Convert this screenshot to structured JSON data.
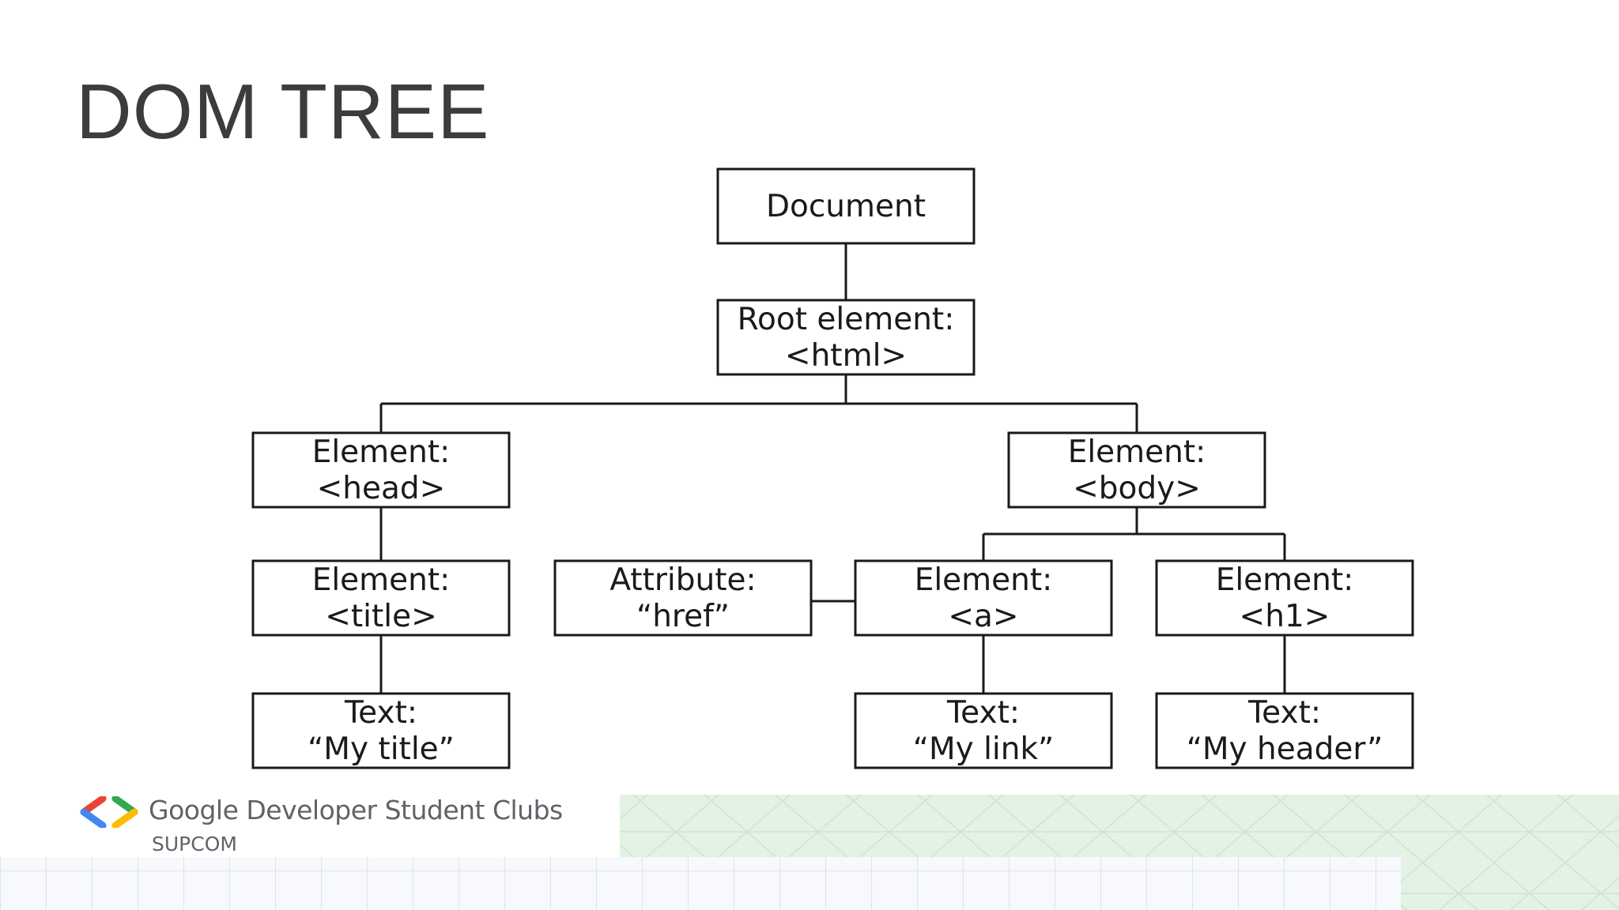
{
  "slide": {
    "title": "DOM TREE"
  },
  "diagram": {
    "nodes": [
      {
        "id": "document",
        "lines": [
          "Document"
        ]
      },
      {
        "id": "root",
        "lines": [
          "Root element:",
          "<html>"
        ]
      },
      {
        "id": "head",
        "lines": [
          "Element:",
          "<head>"
        ]
      },
      {
        "id": "body",
        "lines": [
          "Element:",
          "<body>"
        ]
      },
      {
        "id": "title",
        "lines": [
          "Element:",
          "<title>"
        ]
      },
      {
        "id": "href",
        "lines": [
          "Attribute:",
          "“href”"
        ]
      },
      {
        "id": "a",
        "lines": [
          "Element:",
          "<a>"
        ]
      },
      {
        "id": "h1",
        "lines": [
          "Element:",
          "<h1>"
        ]
      },
      {
        "id": "text-title",
        "lines": [
          "Text:",
          "“My title”"
        ]
      },
      {
        "id": "text-link",
        "lines": [
          "Text:",
          "“My link”"
        ]
      },
      {
        "id": "text-header",
        "lines": [
          "Text:",
          "“My header”"
        ]
      }
    ],
    "edges": [
      [
        "document",
        "root"
      ],
      [
        "root",
        "head"
      ],
      [
        "root",
        "body"
      ],
      [
        "head",
        "title"
      ],
      [
        "title",
        "text-title"
      ],
      [
        "body",
        "a"
      ],
      [
        "body",
        "h1"
      ],
      [
        "href",
        "a"
      ],
      [
        "a",
        "text-link"
      ],
      [
        "h1",
        "text-header"
      ]
    ]
  },
  "footer": {
    "brand_name": "Google Developer Student Clubs",
    "chapter": "SUPCOM",
    "logo_icon": "gdsc-brackets-logo-icon",
    "colors": {
      "blue": "#4285f4",
      "red": "#ea4335",
      "green": "#34a853",
      "yellow": "#fbbc04",
      "grid_tint": "#e3f2e5"
    }
  }
}
